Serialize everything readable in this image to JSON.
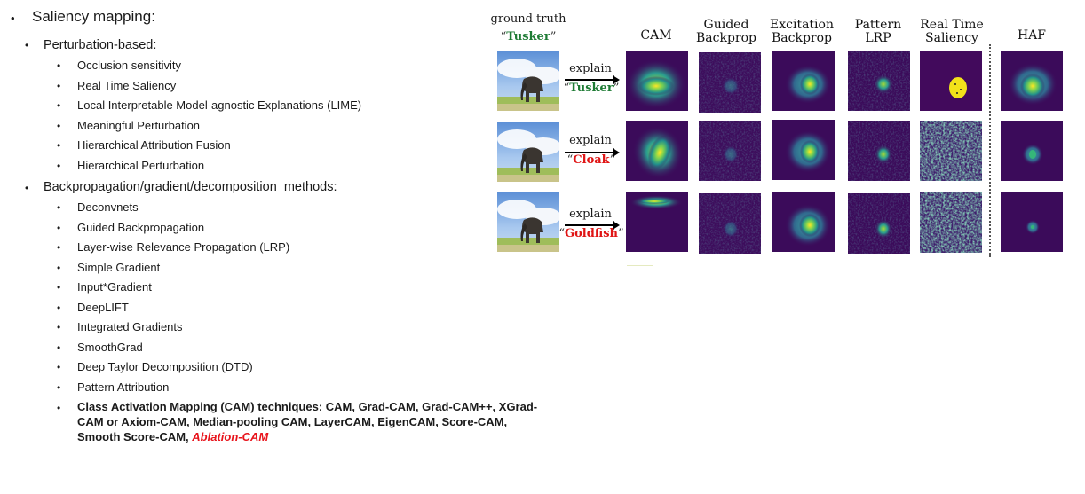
{
  "outline": {
    "title": "Saliency mapping:",
    "perturbation": {
      "heading": "Perturbation-based:",
      "items": [
        "Occlusion sensitivity",
        "Real Time Saliency",
        "Local Interpretable Model-agnostic Explanations (LIME)",
        "Meaningful Perturbation",
        "Hierarchical Attribution Fusion",
        "Hierarchical Perturbation"
      ]
    },
    "backprop": {
      "heading": "Backpropagation/gradient/decomposition  methods:",
      "items": [
        "Deconvnets",
        "Guided Backpropagation",
        "Layer-wise Relevance Propagation (LRP)",
        "Simple Gradient",
        "Input*Gradient",
        "DeepLIFT",
        "Integrated Gradients",
        "SmoothGrad",
        "Deep Taylor Decomposition (DTD)",
        "Pattern Attribution"
      ],
      "cam_text": "Class Activation Mapping (CAM) techniques: CAM, Grad-CAM, Grad-CAM++, XGrad-CAM or Axiom-CAM, Median-pooling CAM, LayerCAM, EigenCAM, Score-CAM, Smooth Score-CAM, ",
      "cam_highlight": "Ablation-CAM"
    }
  },
  "figure": {
    "gt_label": "ground truth",
    "gt_class": "Tusker",
    "quote_open": "“",
    "quote_close": "”",
    "explain_word": "explain",
    "columns": [
      [
        "CAM",
        ""
      ],
      [
        "Guided",
        "Backprop"
      ],
      [
        "Excitation",
        "Backprop"
      ],
      [
        "Pattern",
        "LRP"
      ],
      [
        "Real Time",
        "Saliency"
      ],
      [
        "HAF",
        ""
      ]
    ],
    "rows": [
      {
        "label": "Tusker",
        "color": "#1e7b34"
      },
      {
        "label": "Cloak",
        "color": "#e01515"
      },
      {
        "label": "Goldfish",
        "color": "#e01515"
      }
    ],
    "colors": {
      "viridis_low": "#440154",
      "viridis_mid": "#21908c",
      "viridis_high": "#fde725"
    }
  }
}
